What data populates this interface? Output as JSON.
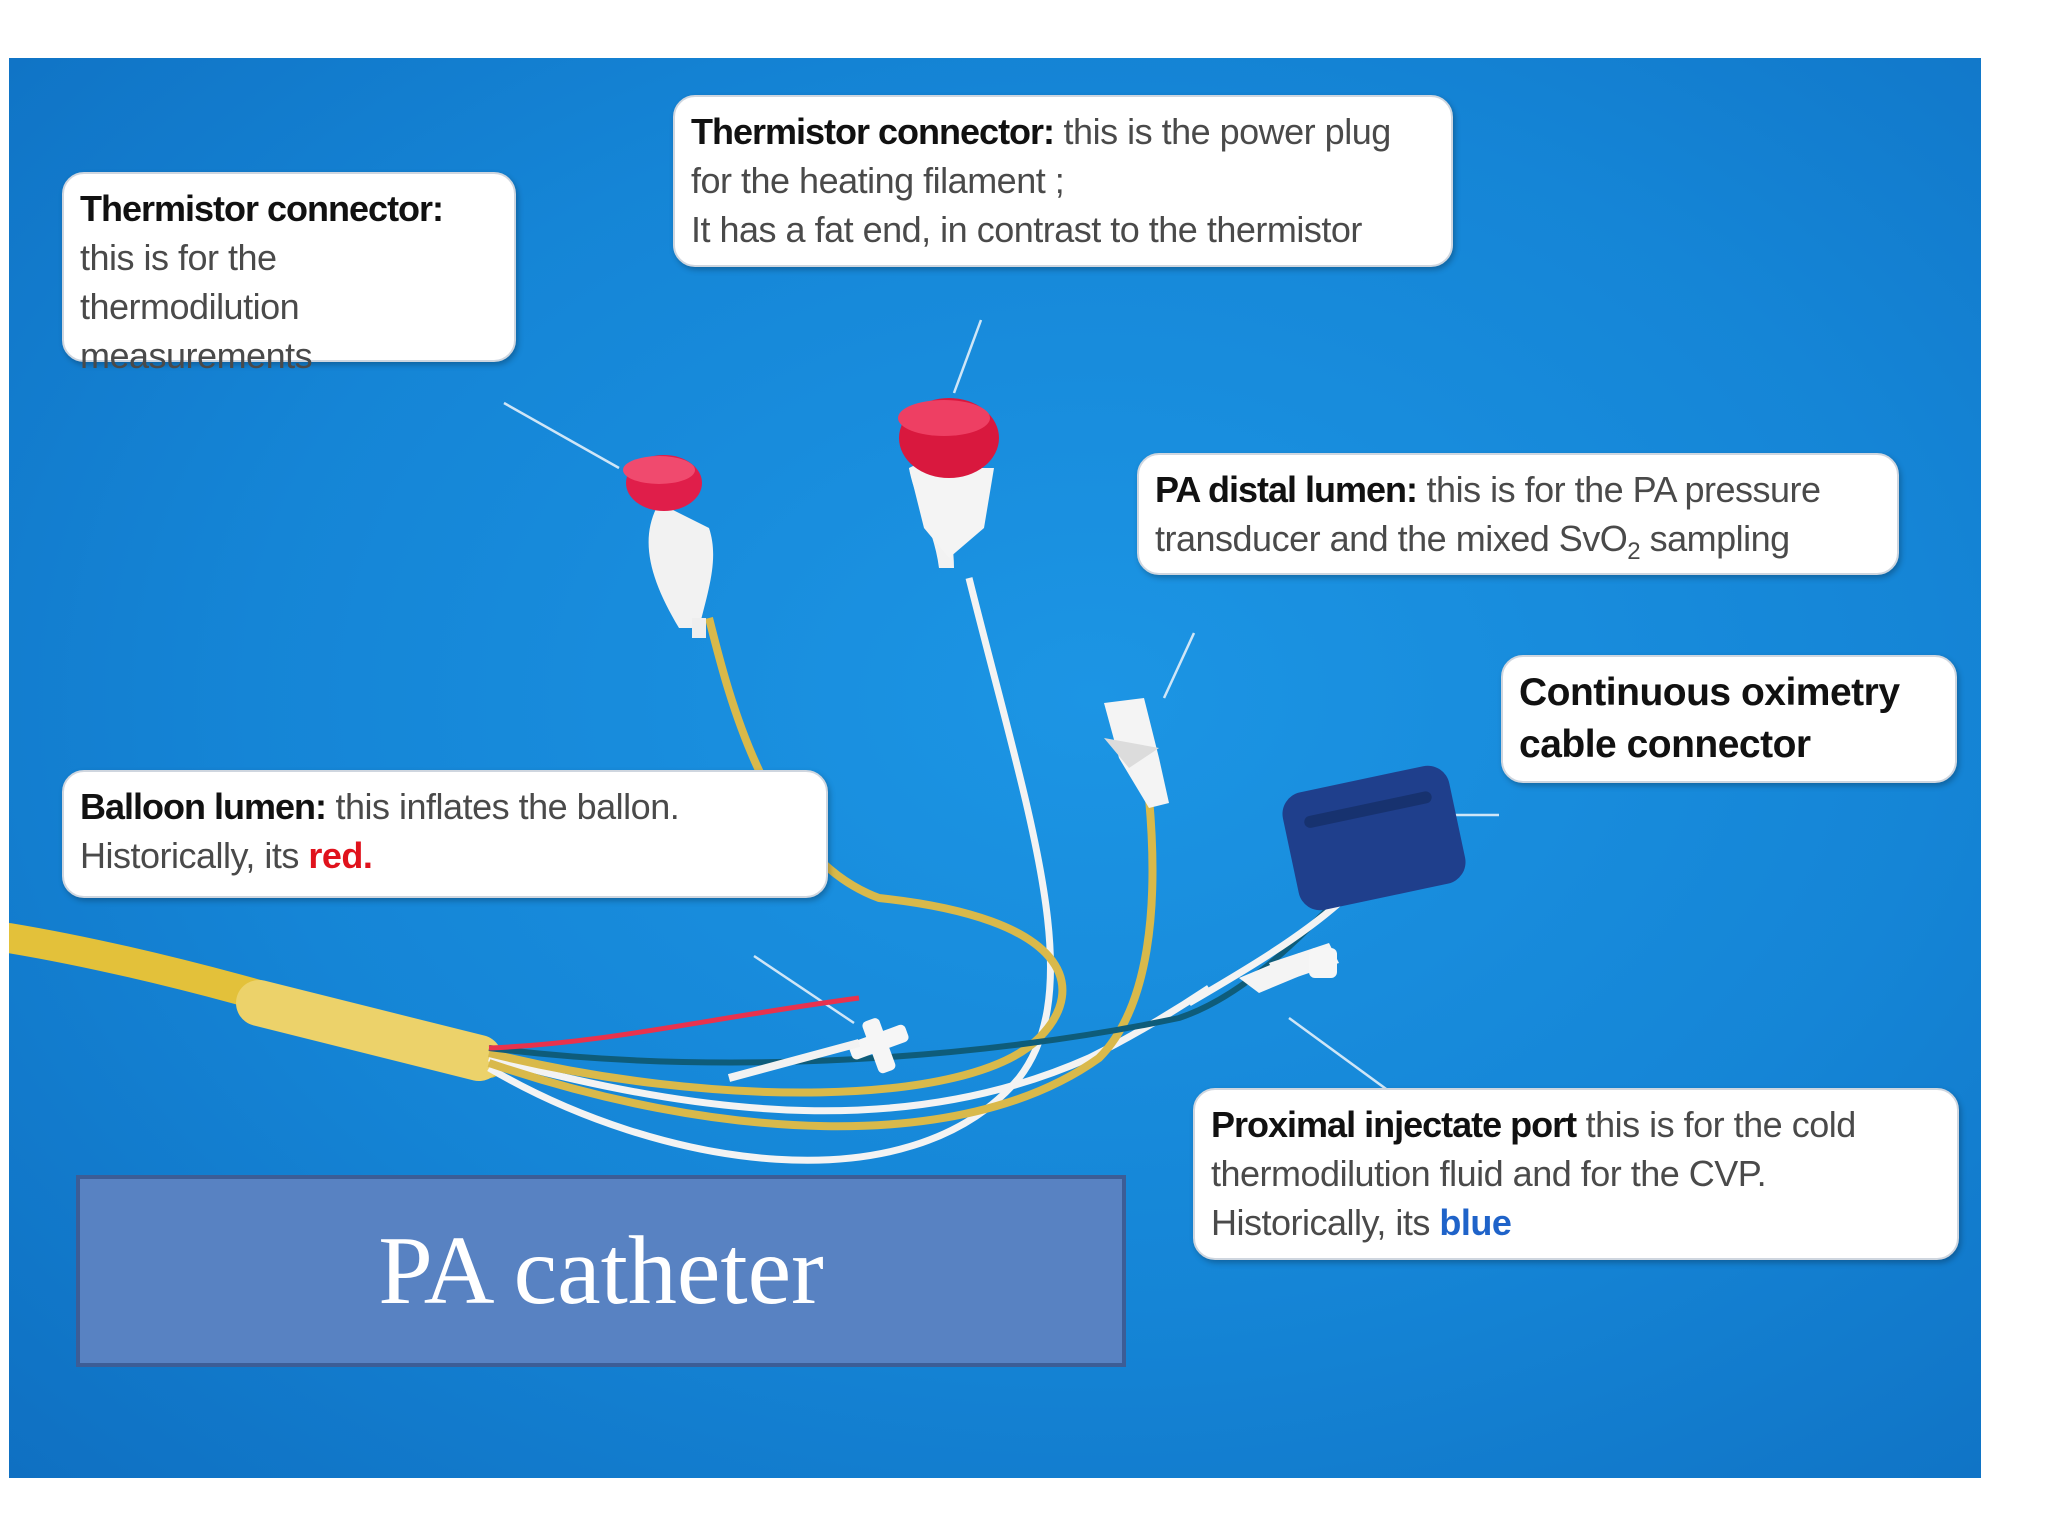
{
  "callouts": {
    "thermistor_left": {
      "heading": "Thermistor connector:",
      "lines": [
        "this is for the thermodilution",
        "measurements"
      ]
    },
    "thermistor_top": {
      "heading": "Thermistor connector:",
      "line1_rest": " this is the power plug",
      "lines": [
        "for the heating filament ;",
        "It has a fat end, in contrast to the thermistor"
      ]
    },
    "pa_distal": {
      "heading": "PA distal lumen:",
      "line1_rest": " this is for the PA pressure",
      "line2_pre": "transducer and the mixed SvO",
      "line2_sub": "2",
      "line2_post": " sampling"
    },
    "oximetry": {
      "lines": [
        "Continuous oximetry",
        "cable connector"
      ]
    },
    "balloon": {
      "heading": "Balloon lumen:",
      "line1_rest": " this inflates the ballon.",
      "line2_pre": "Historically, its ",
      "line2_color_word": "red."
    },
    "proximal": {
      "heading": "Proximal injectate port",
      "line1_rest": " this is for the cold",
      "line2": "thermodilution fluid and for the CVP.",
      "line3_pre": "Historically, its ",
      "line3_color_word": "blue"
    }
  },
  "title": "PA catheter"
}
